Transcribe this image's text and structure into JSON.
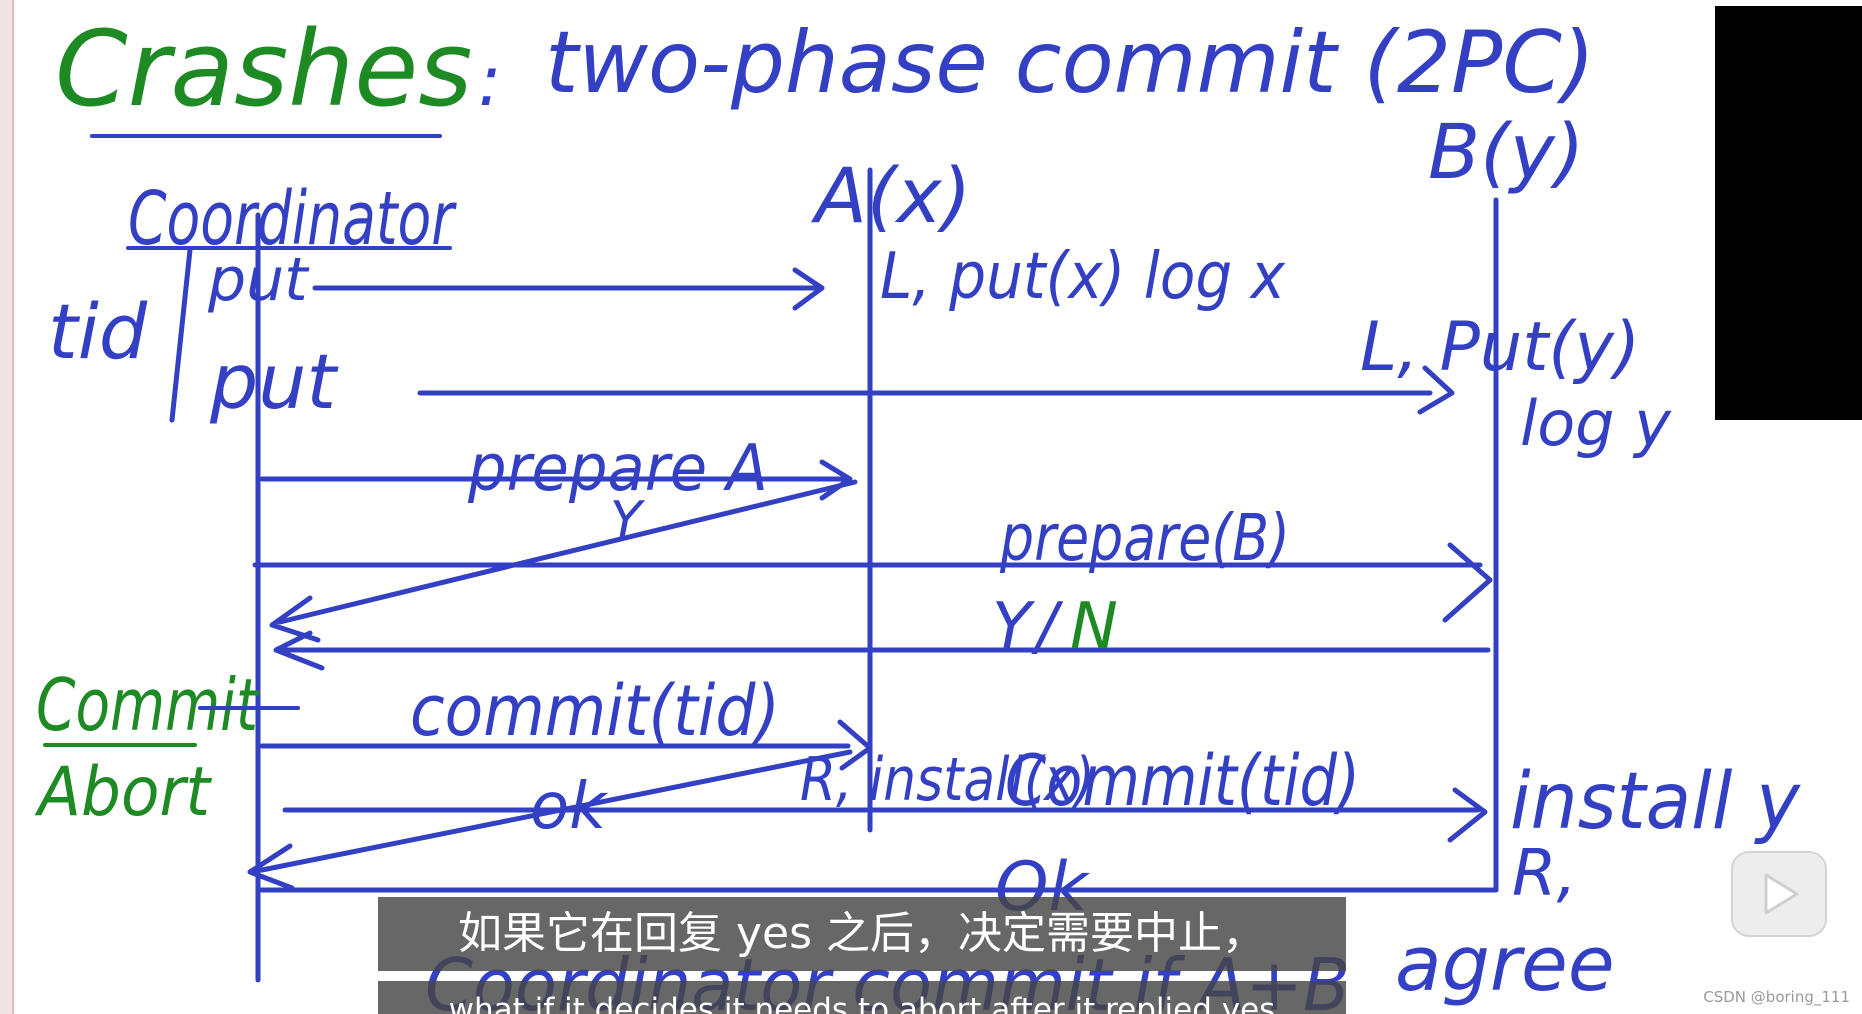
{
  "whiteboard": {
    "title": "Crashes",
    "title_separator": ":",
    "title_rest": "two-phase commit (2PC)",
    "coordinator_label": "Coordinator",
    "participant_a_label": "A(x)",
    "participant_b_label": "B(y)",
    "tid_label": "tid",
    "put_1": "put",
    "put_2": "put",
    "a_log": "L, put(x) log x",
    "b_log": "L, Put(y)",
    "b_log2": "log y",
    "prepare_a": "prepare A",
    "reply_a": "Y",
    "prepare_b": "prepare(B)",
    "reply_b_yes": "Y",
    "reply_b_slash": "/",
    "reply_b_no": "N",
    "commit_word": "Commit",
    "abort_word": "Abort",
    "commit_tid_a": "commit(tid)",
    "a_install": "R, install(x)",
    "ok_a": "ok",
    "commit_tid_b": "Commit(tid)",
    "b_install": "install y",
    "b_release": "R,",
    "ok_b": "Ok",
    "bottom_note": "Coordinator commit if A+B",
    "agree": "agree",
    "colors": {
      "blue_ink": "#3340c4",
      "green_ink": "#1d8a24"
    }
  },
  "video": {
    "subtitle_zh": "如果它在回复 yes 之后，决定需要中止，",
    "subtitle_en": "what if it decides it needs to abort after it replied yes",
    "play_icon": "play-icon"
  },
  "watermark": "CSDN @boring_111"
}
